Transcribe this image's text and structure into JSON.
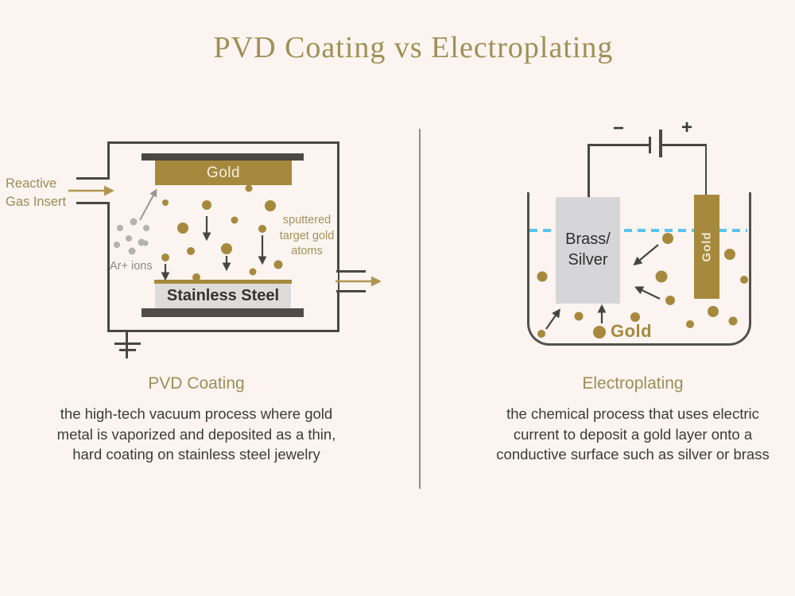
{
  "title": "PVD Coating vs Electroplating",
  "colors": {
    "background": "#fbf4f0",
    "gold": "#a6893c",
    "olive_heading": "#9d8e57",
    "olive_label": "#a3945c",
    "structure_dark": "#4b4743",
    "text_dark": "#3b3b39",
    "stainless_gray": "#dddcda",
    "brass_gray": "#d6d5d7",
    "argon_gray": "#b5b2ae",
    "waterline_cyan": "#55c5ee"
  },
  "pvd": {
    "heading": "PVD Coating",
    "description": "the high-tech vacuum process where gold\nmetal is vaporized and deposited as a thin,\nhard coating on stainless steel jewelry",
    "gas_label": "Reactive\nGas Insert",
    "target_label": "Gold",
    "ions_label": "Ar+ ions",
    "sputtered_label": "sputtered\ntarget gold\natoms",
    "substrate_label": "Stainless Steel"
  },
  "electroplating": {
    "heading": "Electroplating",
    "description": "the chemical process that uses electric\ncurrent to deposit a gold layer onto a\nconductive surface such as silver or brass",
    "minus_label": "−",
    "plus_label": "+",
    "cathode_label": "Brass/\nSilver",
    "anode_label": "Gold",
    "ion_label": "Gold"
  },
  "graphics": {
    "pvd_gold_atoms": [
      [
        208,
        255,
        4
      ],
      [
        260,
        258,
        6
      ],
      [
        340,
        259,
        7
      ],
      [
        295,
        277,
        4.5
      ],
      [
        230,
        287,
        7
      ],
      [
        330,
        288,
        5
      ],
      [
        240,
        316,
        5
      ],
      [
        285,
        313,
        7
      ],
      [
        208,
        324,
        5
      ],
      [
        318,
        342,
        4.5
      ],
      [
        350,
        333,
        5.5
      ],
      [
        247,
        349,
        5
      ],
      [
        313,
        237,
        4.5
      ]
    ],
    "pvd_argon_ions": [
      [
        151,
        287,
        4
      ],
      [
        168,
        279,
        4.5
      ],
      [
        184,
        287,
        4
      ],
      [
        162,
        300,
        4
      ],
      [
        178,
        305,
        4.5
      ],
      [
        147,
        308,
        4
      ],
      [
        166,
        316,
        4.5
      ],
      [
        183,
        306,
        3.5
      ]
    ],
    "pvd_atom_arrows": [
      [
        260,
        272,
        260,
        300
      ],
      [
        330,
        296,
        330,
        330
      ],
      [
        285,
        322,
        285,
        338
      ],
      [
        208,
        332,
        208,
        350
      ]
    ],
    "pvd_ion_arrow": [
      [
        176,
        277,
        196,
        240
      ]
    ],
    "pvd_gas_arrows": [
      [
        86,
        240,
        140,
        240
      ],
      [
        422,
        354,
        476,
        354
      ]
    ],
    "ep_gold_ions": [
      [
        682,
        348,
        6.5
      ],
      [
        840,
        300,
        7
      ],
      [
        832,
        348,
        7.5
      ],
      [
        843,
        378,
        6
      ],
      [
        918,
        320,
        7
      ],
      [
        936,
        352,
        5
      ],
      [
        728,
        398,
        5.5
      ],
      [
        799,
        399,
        6
      ],
      [
        681,
        420,
        5
      ],
      [
        897,
        392,
        7
      ],
      [
        922,
        404,
        5.5
      ],
      [
        868,
        408,
        5
      ],
      [
        754,
        418,
        8
      ]
    ],
    "ep_ion_arrows": [
      [
        828,
        308,
        799,
        332
      ],
      [
        830,
        376,
        801,
        362
      ],
      [
        757,
        407,
        757,
        386
      ],
      [
        687,
        414,
        703,
        391
      ]
    ]
  }
}
